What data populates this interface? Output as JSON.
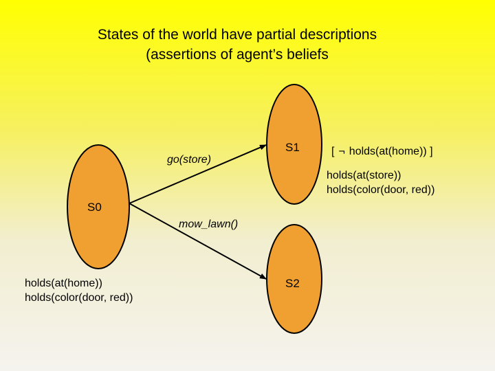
{
  "title": {
    "line1": "States of the world have partial descriptions",
    "line2": "(assertions of agent’s beliefs"
  },
  "nodes": {
    "s0": {
      "label": "S0",
      "desc_line1": "holds(at(home))",
      "desc_line2": "holds(color(door, red))"
    },
    "s1": {
      "label": "S1",
      "neg_open": "[",
      "neg_symbol": "¬",
      "neg_text": "holds(at(home)) ]",
      "desc_line1": "holds(at(store))",
      "desc_line2": "holds(color(door, red))"
    },
    "s2": {
      "label": "S2"
    }
  },
  "edges": {
    "go": {
      "label": "go(store)"
    },
    "mow": {
      "label": "mow_lawn()"
    }
  },
  "colors": {
    "node_fill": "#f0a030",
    "node_stroke": "#000000",
    "edge": "#000000"
  }
}
